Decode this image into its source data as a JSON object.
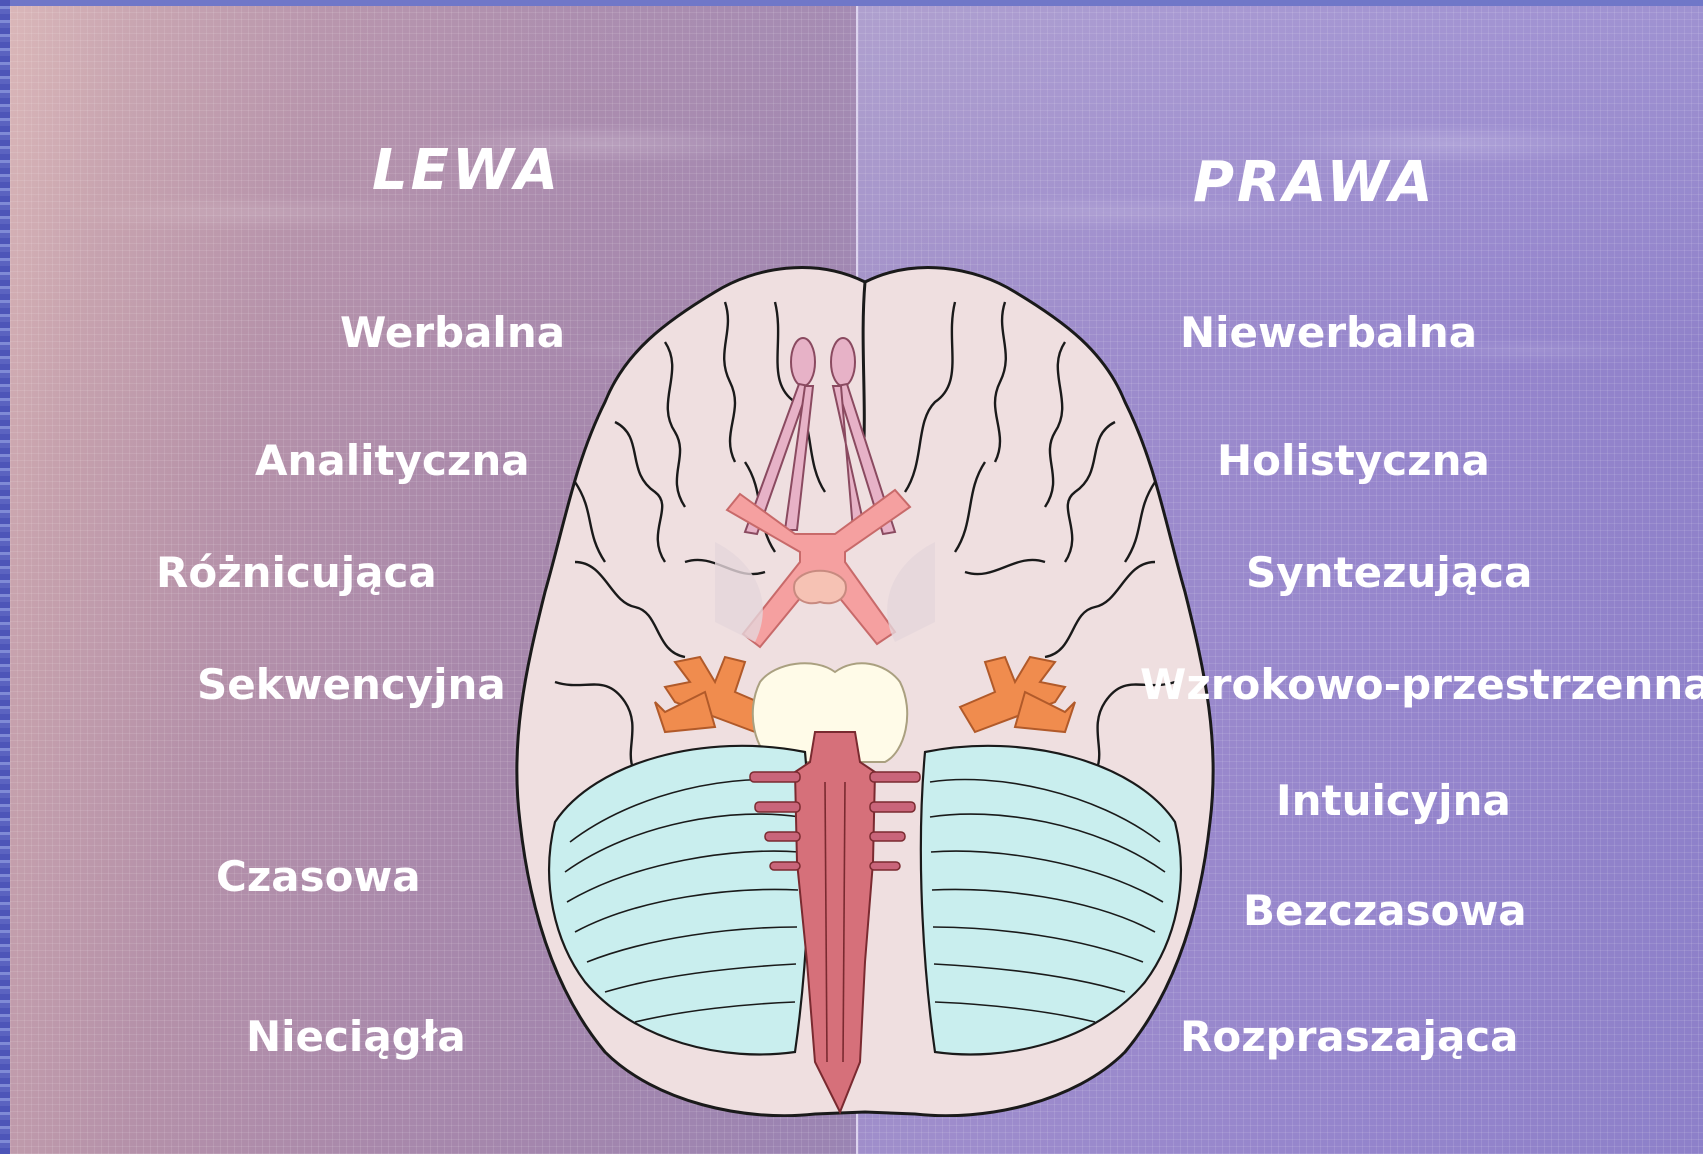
{
  "headings": {
    "left": "LEWA",
    "right": "PRAWA"
  },
  "left_traits": [
    "Werbalna",
    "Analityczna",
    "Różnicująca",
    "Sekwencyjna",
    "Czasowa",
    "Nieciągła"
  ],
  "right_traits": [
    "Niewerbalna",
    "Holistyczna",
    "Syntezująca",
    "Wzrokowo-przestrzenna",
    "Intuicyjna",
    "Bezczasowa",
    "Rozpraszająca"
  ],
  "colors": {
    "left_panel": "#b591a9",
    "right_panel": "#9585cc",
    "text": "#ffffff",
    "cerebrum": "#efdfe0",
    "cerebellum": "#c9eeee",
    "brainstem": "#d6707a",
    "cranial_nerves": "#f08c4e",
    "optic_chiasm": "#f5a0a0"
  }
}
